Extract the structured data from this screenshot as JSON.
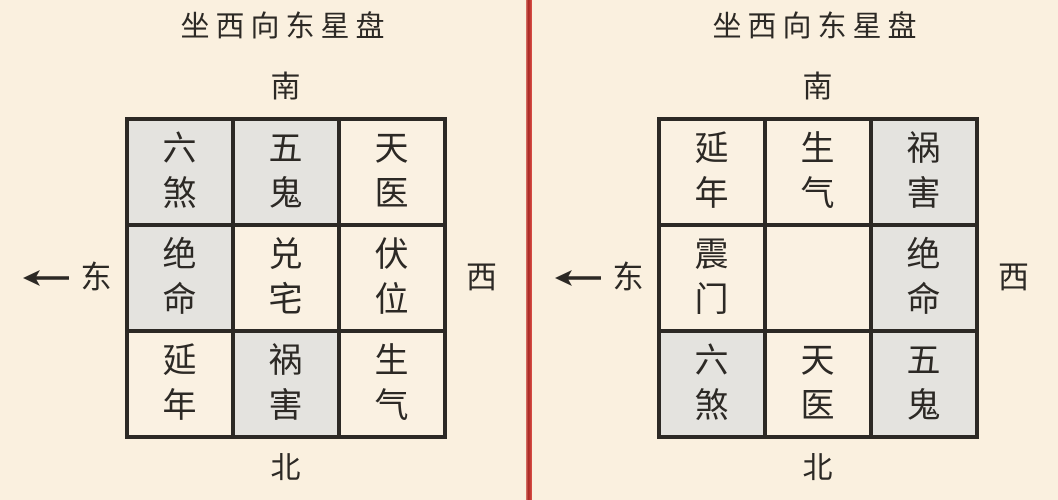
{
  "colors": {
    "background": "#FAF0DF",
    "ink": "#2C2925",
    "cell_shaded": "#E4E3DF",
    "cell_plain": "#FAF1E2",
    "divider_red": "#B8302B"
  },
  "panels": [
    {
      "title": "坐西向东星盘",
      "top_label": "南",
      "bottom_label": "北",
      "left_label": "东",
      "right_label": "西",
      "cells": [
        {
          "text": "六煞",
          "shaded": true
        },
        {
          "text": "五鬼",
          "shaded": true
        },
        {
          "text": "天医",
          "shaded": false
        },
        {
          "text": "绝命",
          "shaded": true
        },
        {
          "text": "兑宅",
          "shaded": false
        },
        {
          "text": "伏位",
          "shaded": false
        },
        {
          "text": "延年",
          "shaded": false
        },
        {
          "text": "祸害",
          "shaded": true
        },
        {
          "text": "生气",
          "shaded": false
        }
      ]
    },
    {
      "title": "坐西向东星盘",
      "top_label": "南",
      "bottom_label": "北",
      "left_label": "东",
      "right_label": "西",
      "cells": [
        {
          "text": "延年",
          "shaded": false
        },
        {
          "text": "生气",
          "shaded": false
        },
        {
          "text": "祸害",
          "shaded": true
        },
        {
          "text": "震门",
          "shaded": false
        },
        {
          "text": "",
          "shaded": false
        },
        {
          "text": "绝命",
          "shaded": true
        },
        {
          "text": "六煞",
          "shaded": true
        },
        {
          "text": "天医",
          "shaded": false
        },
        {
          "text": "五鬼",
          "shaded": true
        }
      ]
    }
  ]
}
